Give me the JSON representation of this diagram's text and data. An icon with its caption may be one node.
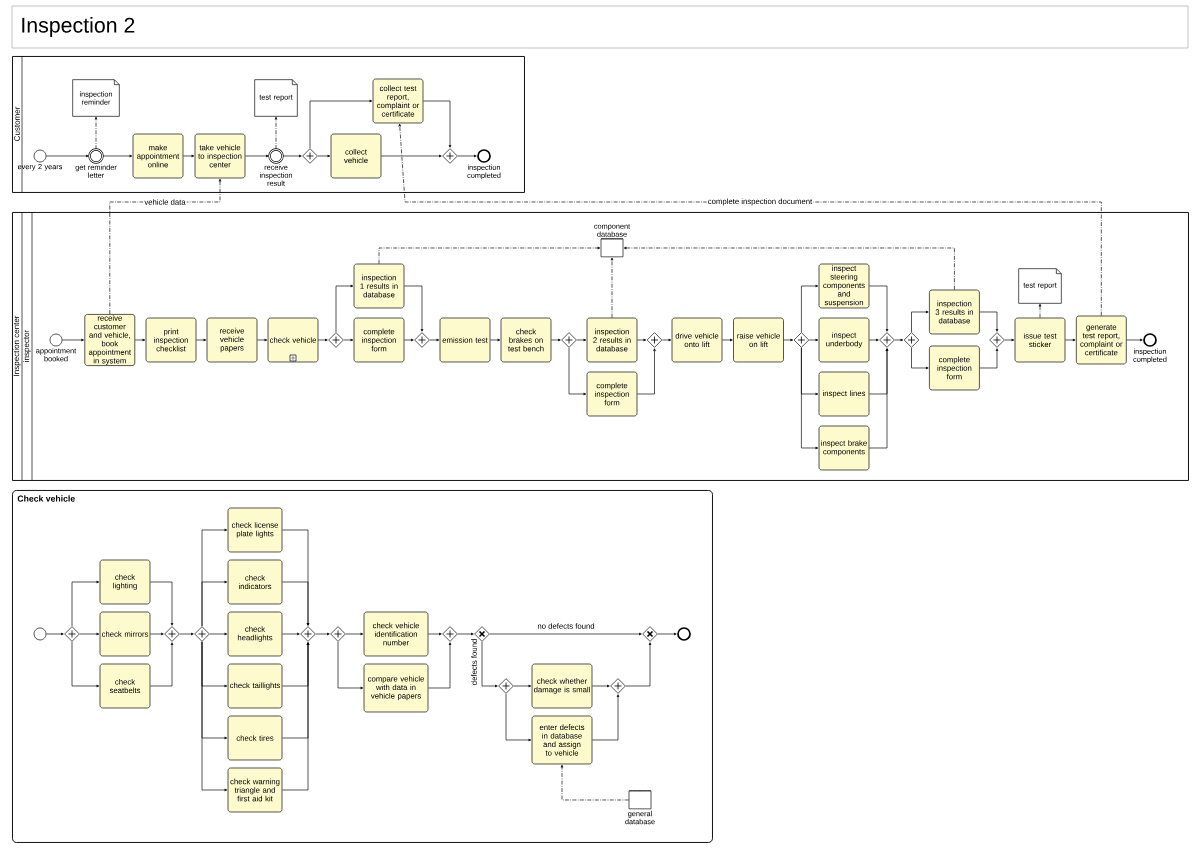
{
  "diagram": {
    "title": "Inspection 2",
    "nodes": [
      {
        "text": [
          "Customer"
        ]
      },
      {
        "text": [],
        "shape": "circle",
        "beside": [
          "every 2 years"
        ],
        "in": 0
      },
      {
        "text": [
          "inspection reminder"
        ],
        "in": 0
      },
      {
        "text": [],
        "shape": "circle",
        "beside": [
          "get reminder letter"
        ],
        "in": 0
      },
      {
        "text": [
          "make appointment online"
        ],
        "in": 0
      },
      {
        "text": [
          "take vehicle to inspection center"
        ],
        "in": 0
      },
      {
        "text": [
          "test report"
        ],
        "in": 0
      },
      {
        "text": [],
        "shape": "circle",
        "beside": [
          "receive inspection result"
        ],
        "in": 0
      },
      {
        "text": [],
        "shape": "diamond",
        "in": 0
      },
      {
        "text": [
          "collect test report, complaint or certificate"
        ],
        "in": 0
      },
      {
        "text": [
          "collect vehicle"
        ],
        "in": 0
      },
      {
        "text": [],
        "shape": "diamond",
        "in": 0
      },
      {
        "text": [],
        "shape": "circle",
        "beside": [
          "inspection completed"
        ],
        "in": 0
      },
      {
        "text": [
          "Inspection center",
          "inspector"
        ]
      },
      {
        "text": [],
        "shape": "circle",
        "beside": [
          "appointment booked"
        ],
        "in": 13
      },
      {
        "text": [
          "receive customer and vehicle, book appointment in system"
        ],
        "in": 13
      },
      {
        "text": [
          "print inspection checklist"
        ],
        "in": 13
      },
      {
        "text": [
          "receive vehicle papers"
        ],
        "in": 13
      },
      {
        "text": [
          "check vehicle"
        ],
        "in": 13
      },
      {
        "text": [],
        "shape": "diamond",
        "in": 13
      },
      {
        "text": [
          "inspection 1 results in database"
        ],
        "in": 13
      },
      {
        "text": [
          "complete inspection form"
        ],
        "in": 13
      },
      {
        "text": [],
        "shape": "diamond",
        "in": 13
      },
      {
        "text": [
          "emission test"
        ],
        "in": 13
      },
      {
        "text": [
          "check brakes on test bench"
        ],
        "in": 13
      },
      {
        "text": [],
        "shape": "diamond",
        "in": 13
      },
      {
        "text": [
          "inspection 2 results in database"
        ],
        "in": 13
      },
      {
        "text": [
          "complete inspection form"
        ],
        "in": 13
      },
      {
        "text": [],
        "shape": "diamond",
        "in": 13
      },
      {
        "text": [
          "drive vehicle onto lift"
        ],
        "in": 13
      },
      {
        "text": [
          "raise vehicle on lift"
        ],
        "in": 13
      },
      {
        "text": [],
        "shape": "diamond",
        "in": 13
      },
      {
        "text": [
          "inspect steering components and suspension"
        ],
        "in": 13
      },
      {
        "text": [
          "inspect underbody"
        ],
        "in": 13
      },
      {
        "text": [
          "inspect lines"
        ],
        "in": 13
      },
      {
        "text": [
          "inspect brake components"
        ],
        "in": 13
      },
      {
        "text": [],
        "shape": "diamond",
        "in": 13
      },
      {
        "text": [],
        "shape": "diamond",
        "in": 13
      },
      {
        "text": [
          "inspection 3 results in database"
        ],
        "in": 13
      },
      {
        "text": [
          "complete inspection form"
        ],
        "in": 13
      },
      {
        "text": [],
        "shape": "diamond",
        "in": 13
      },
      {
        "text": [
          "issue test sticker"
        ],
        "in": 13
      },
      {
        "text": [
          "test report"
        ],
        "in": 13
      },
      {
        "text": [
          "generate test report, complaint or certificate"
        ],
        "in": 13
      },
      {
        "text": [],
        "shape": "circle",
        "beside": [
          "inspection completed"
        ],
        "in": 13
      },
      {
        "text": [],
        "shape": "cylinder",
        "beside": [
          "component database"
        ],
        "in": 13
      },
      {
        "text": [
          "Check vehicle"
        ]
      },
      {
        "text": [],
        "shape": "circle",
        "in": 46
      },
      {
        "text": [],
        "shape": "diamond",
        "in": 46
      },
      {
        "text": [
          "check lighting"
        ],
        "in": 46
      },
      {
        "text": [
          "check mirrors"
        ],
        "in": 46
      },
      {
        "text": [
          "check seatbelts"
        ],
        "in": 46
      },
      {
        "text": [],
        "shape": "diamond",
        "in": 46
      },
      {
        "text": [],
        "shape": "diamond",
        "in": 46
      },
      {
        "text": [
          "check license plate lights"
        ],
        "in": 46
      },
      {
        "text": [
          "check indicators"
        ],
        "in": 46
      },
      {
        "text": [
          "check headlights"
        ],
        "in": 46
      },
      {
        "text": [
          "check taillights"
        ],
        "in": 46
      },
      {
        "text": [
          "check tires"
        ],
        "in": 46
      },
      {
        "text": [
          "check warning triangle and first aid kit"
        ],
        "in": 46
      },
      {
        "text": [],
        "shape": "diamond",
        "in": 46
      },
      {
        "text": [],
        "shape": "diamond",
        "in": 46
      },
      {
        "text": [
          "check vehicle identification number"
        ],
        "in": 46
      },
      {
        "text": [
          "compare vehicle with data in vehicle papers"
        ],
        "in": 46
      },
      {
        "text": [],
        "shape": "diamond",
        "in": 46
      },
      {
        "text": [],
        "shape": "diamond",
        "in": 46
      },
      {
        "text": [],
        "shape": "diamond",
        "in": 46
      },
      {
        "text": [
          "check whether damage is small"
        ],
        "in": 46
      },
      {
        "text": [
          "enter defects in database and assign to vehicle"
        ],
        "in": 46
      },
      {
        "text": [],
        "shape": "diamond",
        "in": 46
      },
      {
        "text": [],
        "shape": "diamond",
        "in": 46
      },
      {
        "text": [],
        "shape": "circle",
        "in": 46
      },
      {
        "text": [],
        "shape": "cylinder",
        "beside": [
          "general database"
        ],
        "in": 46
      }
    ],
    "edges": [
      {
        "from": 1,
        "to": 3,
        "arrow": "to"
      },
      {
        "from": 3,
        "to": 4,
        "arrow": "to"
      },
      {
        "from": 4,
        "to": 5,
        "arrow": "to"
      },
      {
        "from": 5,
        "to": 7,
        "arrow": "to"
      },
      {
        "from": 7,
        "to": 8,
        "arrow": "to"
      },
      {
        "from": 8,
        "to": 9,
        "arrow": "to"
      },
      {
        "from": 8,
        "to": 10,
        "arrow": "to"
      },
      {
        "from": 9,
        "to": 11,
        "arrow": "to"
      },
      {
        "from": 10,
        "to": 11,
        "arrow": "to"
      },
      {
        "from": 11,
        "to": 12,
        "arrow": "to"
      },
      {
        "from": 3,
        "to": 2,
        "arrow": "to",
        "style": "dashed"
      },
      {
        "from": 7,
        "to": 6,
        "arrow": "to",
        "style": "dashed"
      },
      {
        "from": 15,
        "to": 5,
        "arrow": "to",
        "style": "dashed",
        "label": "vehicle data"
      },
      {
        "from": 43,
        "to": 9,
        "arrow": "to",
        "style": "dashed",
        "label": "complete inspection document"
      },
      {
        "from": 14,
        "to": 15,
        "arrow": "to"
      },
      {
        "from": 15,
        "to": 16,
        "arrow": "to"
      },
      {
        "from": 16,
        "to": 17,
        "arrow": "to"
      },
      {
        "from": 17,
        "to": 18,
        "arrow": "to"
      },
      {
        "from": 18,
        "to": 19,
        "arrow": "to"
      },
      {
        "from": 19,
        "to": 20,
        "arrow": "to"
      },
      {
        "from": 19,
        "to": 21,
        "arrow": "to"
      },
      {
        "from": 20,
        "to": 22,
        "arrow": "to"
      },
      {
        "from": 21,
        "to": 22,
        "arrow": "to"
      },
      {
        "from": 22,
        "to": 23,
        "arrow": "to"
      },
      {
        "from": 23,
        "to": 24,
        "arrow": "to"
      },
      {
        "from": 24,
        "to": 25,
        "arrow": "to"
      },
      {
        "from": 25,
        "to": 26,
        "arrow": "to"
      },
      {
        "from": 25,
        "to": 27,
        "arrow": "to"
      },
      {
        "from": 26,
        "to": 28,
        "arrow": "to"
      },
      {
        "from": 27,
        "to": 28,
        "arrow": "to"
      },
      {
        "from": 28,
        "to": 29,
        "arrow": "to"
      },
      {
        "from": 29,
        "to": 30,
        "arrow": "to"
      },
      {
        "from": 30,
        "to": 31,
        "arrow": "to"
      },
      {
        "from": 31,
        "to": 32,
        "arrow": "to"
      },
      {
        "from": 31,
        "to": 33,
        "arrow": "to"
      },
      {
        "from": 31,
        "to": 34,
        "arrow": "to"
      },
      {
        "from": 31,
        "to": 35,
        "arrow": "to"
      },
      {
        "from": 32,
        "to": 36,
        "arrow": "to"
      },
      {
        "from": 33,
        "to": 36,
        "arrow": "to"
      },
      {
        "from": 34,
        "to": 36,
        "arrow": "to"
      },
      {
        "from": 35,
        "to": 36,
        "arrow": "to"
      },
      {
        "from": 36,
        "to": 37,
        "arrow": "to"
      },
      {
        "from": 37,
        "to": 38,
        "arrow": "to"
      },
      {
        "from": 37,
        "to": 39,
        "arrow": "to"
      },
      {
        "from": 38,
        "to": 40,
        "arrow": "to"
      },
      {
        "from": 39,
        "to": 40,
        "arrow": "to"
      },
      {
        "from": 40,
        "to": 41,
        "arrow": "to"
      },
      {
        "from": 41,
        "to": 42,
        "arrow": "to",
        "style": "dashed"
      },
      {
        "from": 41,
        "to": 43,
        "arrow": "to"
      },
      {
        "from": 43,
        "to": 44,
        "arrow": "to"
      },
      {
        "from": 20,
        "to": 45,
        "arrow": "to",
        "style": "dashed"
      },
      {
        "from": 26,
        "to": 45,
        "arrow": "to",
        "style": "dashed"
      },
      {
        "from": 38,
        "to": 45,
        "arrow": "to",
        "style": "dashed"
      },
      {
        "from": 47,
        "to": 48,
        "arrow": "to"
      },
      {
        "from": 48,
        "to": 49,
        "arrow": "to"
      },
      {
        "from": 48,
        "to": 50,
        "arrow": "to"
      },
      {
        "from": 48,
        "to": 51,
        "arrow": "to"
      },
      {
        "from": 49,
        "to": 52,
        "arrow": "to"
      },
      {
        "from": 50,
        "to": 52,
        "arrow": "to"
      },
      {
        "from": 51,
        "to": 52,
        "arrow": "to"
      },
      {
        "from": 52,
        "to": 53,
        "arrow": "to"
      },
      {
        "from": 53,
        "to": 54,
        "arrow": "to"
      },
      {
        "from": 53,
        "to": 55,
        "arrow": "to"
      },
      {
        "from": 53,
        "to": 56,
        "arrow": "to"
      },
      {
        "from": 53,
        "to": 57,
        "arrow": "to"
      },
      {
        "from": 53,
        "to": 58,
        "arrow": "to"
      },
      {
        "from": 53,
        "to": 59,
        "arrow": "to"
      },
      {
        "from": 54,
        "to": 60,
        "arrow": "to"
      },
      {
        "from": 55,
        "to": 60,
        "arrow": "to"
      },
      {
        "from": 56,
        "to": 60,
        "arrow": "to"
      },
      {
        "from": 57,
        "to": 60,
        "arrow": "to"
      },
      {
        "from": 58,
        "to": 60,
        "arrow": "to"
      },
      {
        "from": 59,
        "to": 60,
        "arrow": "to"
      },
      {
        "from": 60,
        "to": 61,
        "arrow": "to"
      },
      {
        "from": 61,
        "to": 62,
        "arrow": "to"
      },
      {
        "from": 61,
        "to": 63,
        "arrow": "to"
      },
      {
        "from": 62,
        "to": 64,
        "arrow": "to"
      },
      {
        "from": 63,
        "to": 64,
        "arrow": "to"
      },
      {
        "from": 64,
        "to": 65,
        "arrow": "to"
      },
      {
        "from": 65,
        "to": 70,
        "arrow": "to",
        "label": "no defects found"
      },
      {
        "from": 65,
        "to": 66,
        "arrow": "to",
        "label": "defects found"
      },
      {
        "from": 66,
        "to": 67,
        "arrow": "to"
      },
      {
        "from": 66,
        "to": 68,
        "arrow": "to"
      },
      {
        "from": 67,
        "to": 69,
        "arrow": "to"
      },
      {
        "from": 68,
        "to": 69,
        "arrow": "to"
      },
      {
        "from": 69,
        "to": 70,
        "arrow": "to"
      },
      {
        "from": 70,
        "to": 71,
        "arrow": "to"
      },
      {
        "from": 72,
        "to": 68,
        "arrow": "to",
        "style": "dashed"
      }
    ]
  }
}
